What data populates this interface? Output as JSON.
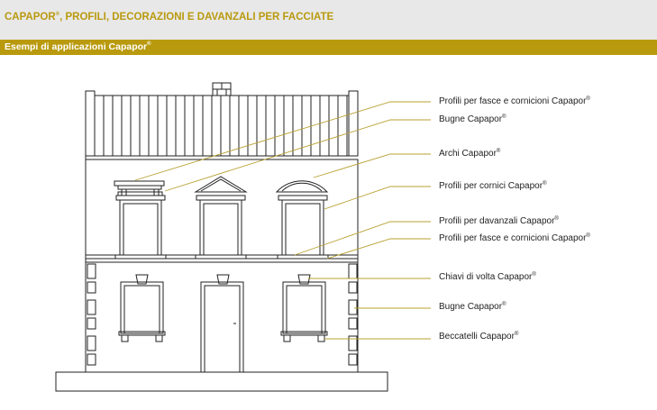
{
  "header": {
    "title": "CAPAPOR®, PROFILI, DECORAZIONI E DAVANZALI PER FACCIATE"
  },
  "section": {
    "title": "Esempi di applicazioni Capapor®"
  },
  "labels": [
    "Profili per fasce e cornicioni Capapor®",
    "Bugne Capapor®",
    "Archi Capapor®",
    "Profili per cornici Capapor®",
    "Profili per davanzali Capapor®",
    "Profili per fasce e cornicioni Capapor®",
    "Chiavi di volta Capapor®",
    "Bugne Capapor®",
    "Beccatelli Capapor®"
  ],
  "colors": {
    "accent": "#b99a0e",
    "leader": "#b8a030"
  }
}
